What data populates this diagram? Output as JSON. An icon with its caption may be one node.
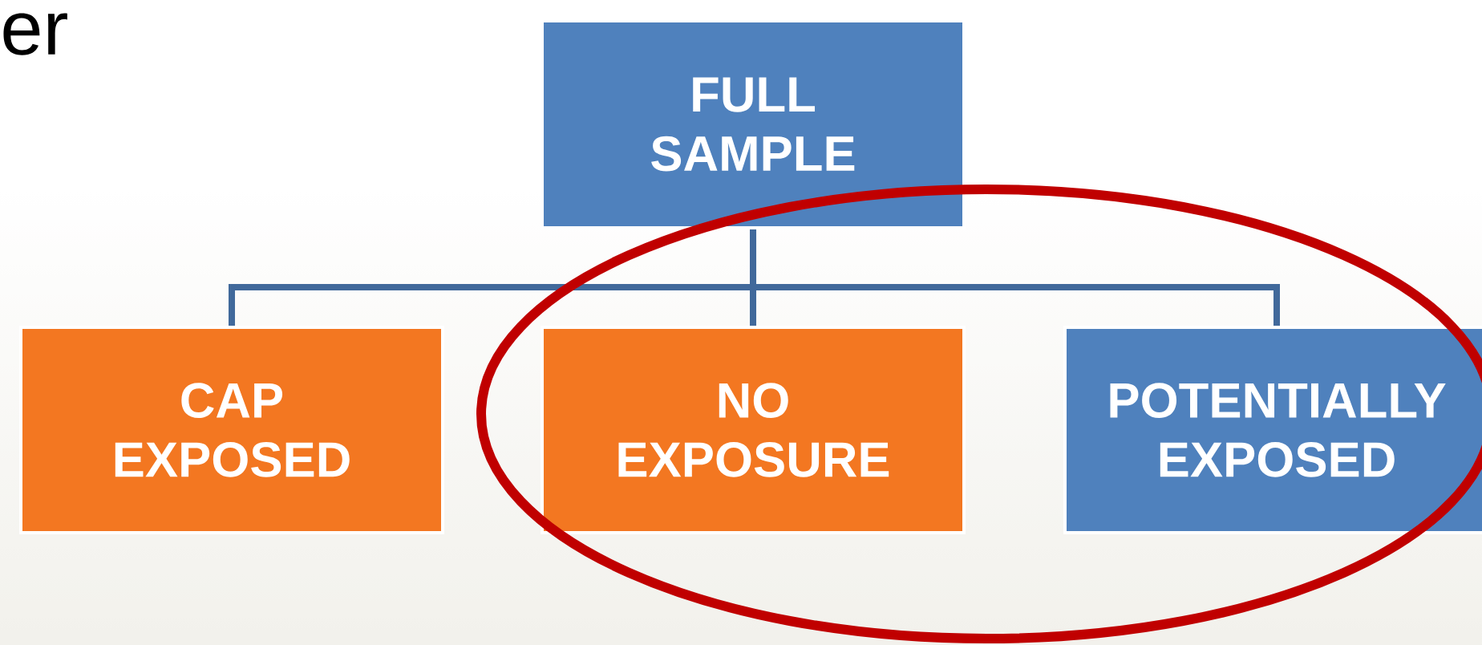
{
  "diagram": {
    "nodes": [
      {
        "text": [
          "FULL SAMPLE"
        ]
      },
      {
        "text": [
          "CAP EXPOSED"
        ]
      },
      {
        "text": [
          "NO EXPOSURE"
        ]
      },
      {
        "text": [
          "POTENTIALLY EXPOSED"
        ]
      }
    ],
    "edges": [
      {
        "from": 0,
        "to": 1,
        "arrow": "none"
      },
      {
        "from": 0,
        "to": 2,
        "arrow": "none"
      },
      {
        "from": 0,
        "to": 3,
        "arrow": "none"
      }
    ],
    "labels": [
      "er"
    ]
  }
}
